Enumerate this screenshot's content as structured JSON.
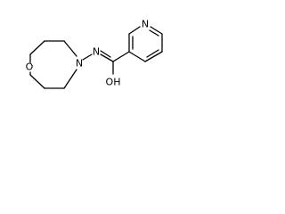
{
  "atom_labels": {
    "pyridine_nitrogen": "N",
    "amide_nitrogen": "N",
    "ring_nitrogen": "N",
    "ring_oxygen": "O",
    "hydroxyl": "OH"
  },
  "colors": {
    "background": "#ffffff",
    "bonds": "#000000",
    "labels": "#000000"
  }
}
